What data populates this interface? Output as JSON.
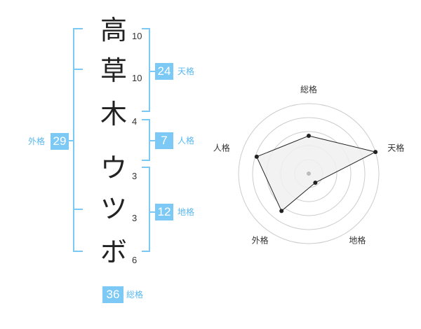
{
  "name": {
    "chars": [
      {
        "char": "高",
        "strokes": "10"
      },
      {
        "char": "草",
        "strokes": "10"
      },
      {
        "char": "木",
        "strokes": "4"
      },
      {
        "char": "ウ",
        "strokes": "3"
      },
      {
        "char": "ツ",
        "strokes": "3"
      },
      {
        "char": "ボ",
        "strokes": "6"
      }
    ]
  },
  "fortune": {
    "tenkaku": {
      "value": "24",
      "label": "天格"
    },
    "jinkaku": {
      "value": "7",
      "label": "人格"
    },
    "chikaku": {
      "value": "12",
      "label": "地格"
    },
    "gaikaku": {
      "value": "29",
      "label": "外格"
    },
    "soukaku": {
      "value": "36",
      "label": "総格"
    }
  },
  "radar": {
    "axes": [
      "総格",
      "天格",
      "地格",
      "外格",
      "人格"
    ],
    "levels": 5,
    "values": [
      2.7,
      5.0,
      0.8,
      3.3,
      3.9
    ],
    "colors": {
      "fill": "#f0f0f0",
      "stroke": "#222222",
      "grid": "#cccccc",
      "center": "#bbbbbb"
    }
  },
  "colors": {
    "accent": "#7cc9f5"
  }
}
